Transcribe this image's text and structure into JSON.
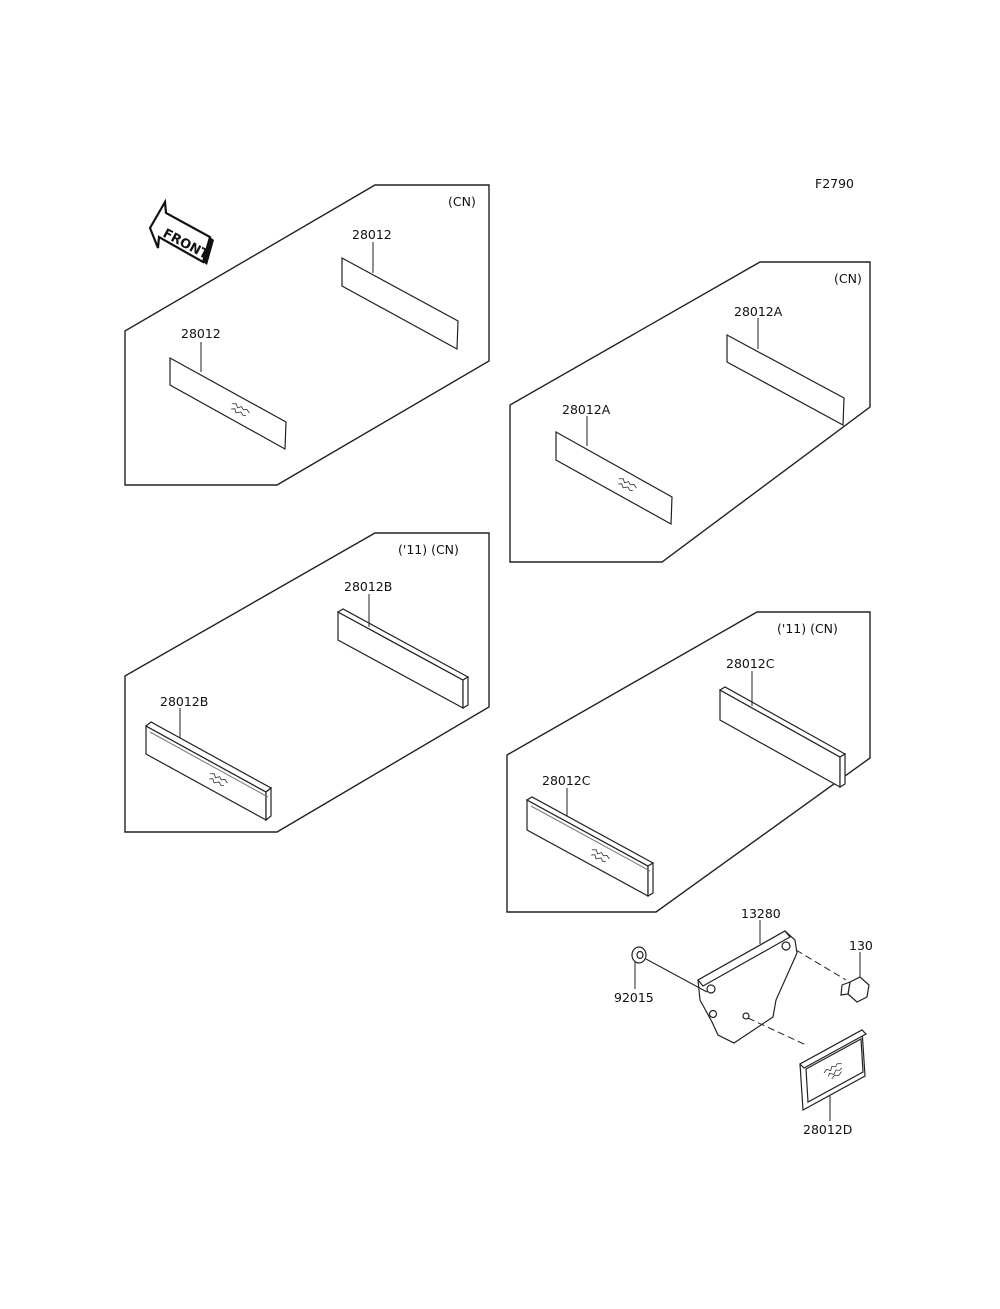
{
  "diagram_id": "F2790",
  "front_label": "FRONT",
  "groups": [
    {
      "tag": "(CN)",
      "parts": [
        "28012",
        "28012"
      ]
    },
    {
      "tag": "(CN)",
      "parts": [
        "28012A",
        "28012A"
      ]
    },
    {
      "tag": "('11)  (CN)",
      "parts": [
        "28012B",
        "28012B"
      ]
    },
    {
      "tag": "('11)  (CN)",
      "parts": [
        "28012C",
        "28012C"
      ]
    }
  ],
  "bracket_parts": {
    "bracket": "13280",
    "bolt": "130",
    "nut": "92015",
    "reflector": "28012D"
  }
}
